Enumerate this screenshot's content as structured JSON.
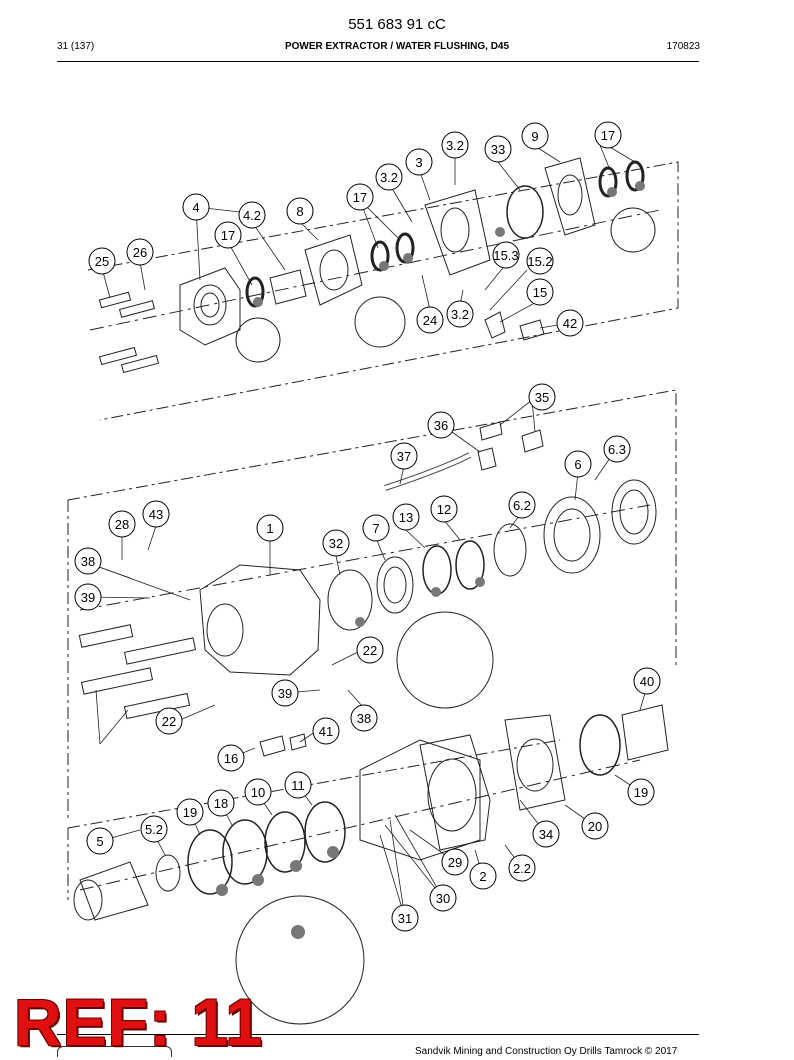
{
  "header": {
    "doc_number": "551 683 91 cC",
    "page": "31 (137)",
    "title": "POWER EXTRACTOR / WATER FLUSHING, D45",
    "date": "170823"
  },
  "callouts": [
    "3.2",
    "3",
    "33",
    "9",
    "17",
    "17",
    "3.2",
    "4",
    "4.2",
    "8",
    "17",
    "26",
    "25",
    "15.3",
    "15.2",
    "15",
    "42",
    "24",
    "3.2",
    "35",
    "36",
    "37",
    "6.3",
    "6",
    "6.2",
    "1",
    "28",
    "43",
    "7",
    "32",
    "13",
    "12",
    "38",
    "39",
    "22",
    "39",
    "38",
    "22",
    "41",
    "16",
    "40",
    "5",
    "5.2",
    "19",
    "18",
    "10",
    "11",
    "34",
    "20",
    "19",
    "2",
    "2.2",
    "29",
    "30",
    "31"
  ],
  "stamp": "REF: 11",
  "footer": "Sandvik Mining and Construction Oy Drills Tamrock © 2017"
}
